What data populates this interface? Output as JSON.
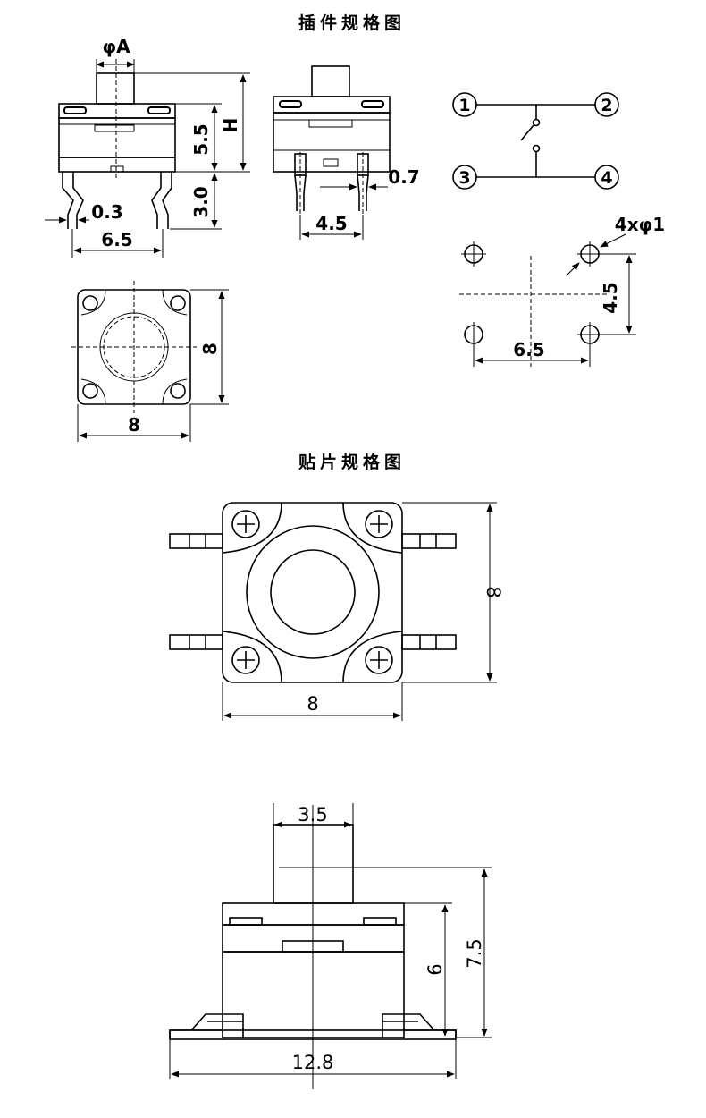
{
  "titles": {
    "through_hole": "插件规格图",
    "smd": "贴片规格图"
  },
  "through_hole": {
    "side_view": {
      "dim_phiA": "φA",
      "dim_H": "H",
      "dim_55": "5.5",
      "dim_30": "3.0",
      "dim_03": "0.3",
      "dim_65": "6.5"
    },
    "front_view": {
      "dim_07": "0.7",
      "dim_45": "4.5"
    },
    "schematic": {
      "pin1": "1",
      "pin2": "2",
      "pin3": "3",
      "pin4": "4"
    },
    "hole_layout": {
      "dim_holes": "4xφ1",
      "dim_45": "4.5",
      "dim_65": "6.5"
    },
    "top_view": {
      "dim_w": "8",
      "dim_h": "8"
    }
  },
  "smd": {
    "top_view": {
      "dim_w": "8",
      "dim_h": "8"
    },
    "side_view": {
      "dim_35": "3.5",
      "dim_6": "6",
      "dim_75": "7.5",
      "dim_128": "12.8"
    }
  }
}
